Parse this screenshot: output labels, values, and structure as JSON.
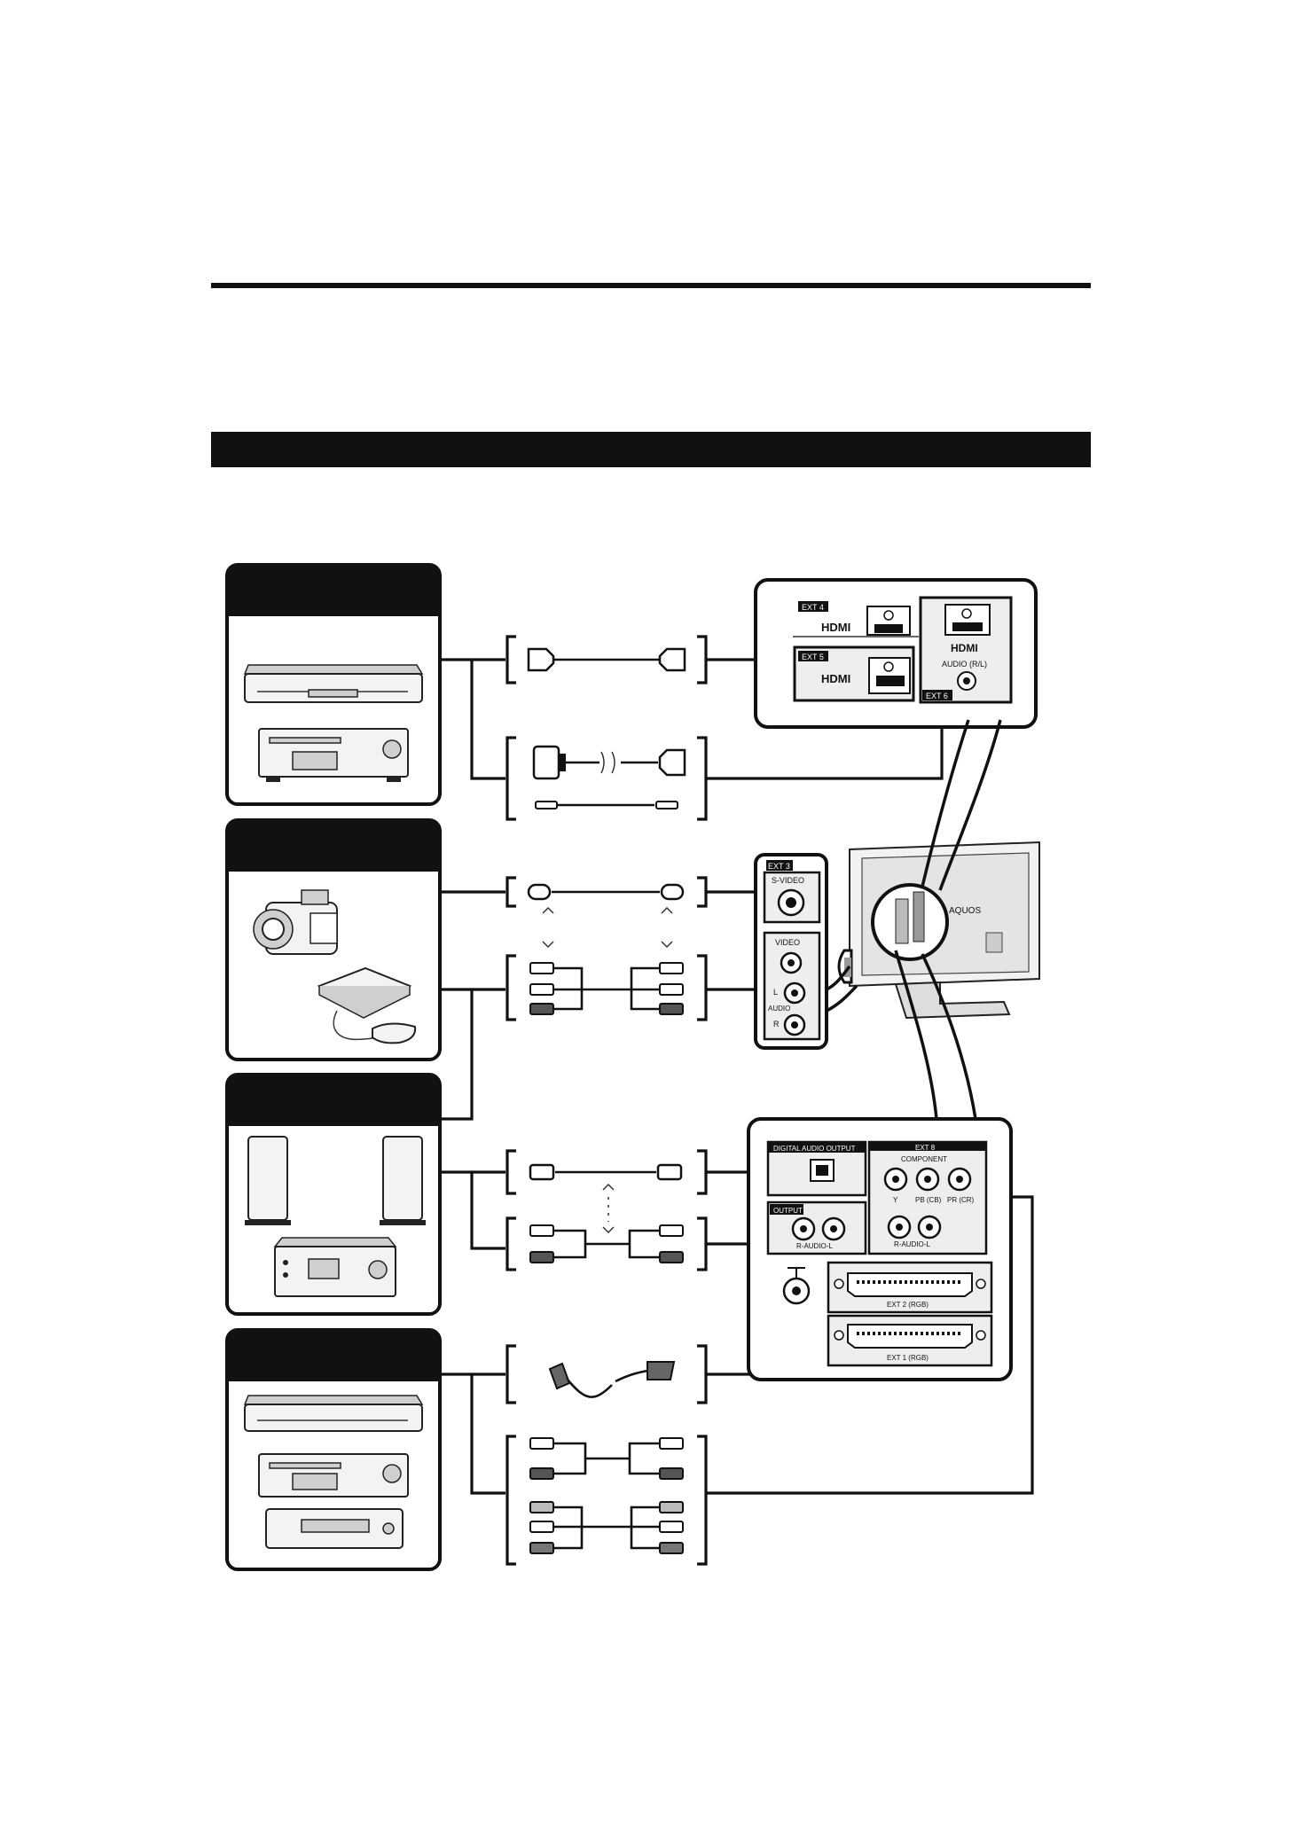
{
  "panels": {
    "hdmi": {
      "ext4_label": "EXT 4",
      "ext5_label": "EXT 5",
      "ext6_label": "EXT 6",
      "hdmi_logo": "HDMI",
      "audio_label": "AUDIO (R/L)"
    },
    "side": {
      "ext3_label": "EXT 3",
      "svideo_label": "S-VIDEO",
      "video_label": "VIDEO",
      "audio_label": "AUDIO",
      "l_label": "L",
      "r_label": "R"
    },
    "rear": {
      "digital_audio_output": "DIGITAL AUDIO OUTPUT",
      "output_label": "OUTPUT",
      "output_sub": "R-AUDIO-L",
      "ext8_label": "EXT 8",
      "component_label": "COMPONENT",
      "y_label": "Y",
      "pb_label": "PB (CB)",
      "pr_label": "PR (CR)",
      "ext8_audio": "R-AUDIO-L",
      "ext2_label": "EXT 2 (RGB)",
      "ext1_label": "EXT 1 (RGB)"
    },
    "tv": {
      "brand": "AQUOS"
    }
  },
  "colors": {
    "ink": "#111111",
    "paper": "#ffffff",
    "panel_fill": "#eeeeee"
  }
}
